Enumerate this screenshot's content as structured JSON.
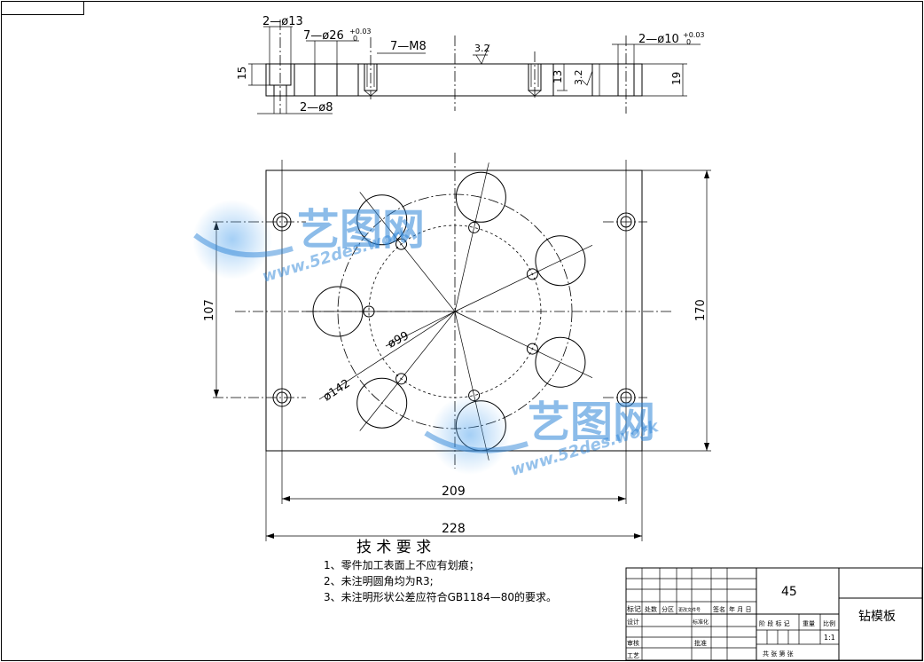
{
  "top_view": {
    "dim_2x13": "2—ø13",
    "dim_7x26": "7—ø26",
    "dim_7x26_tol": "+0.03",
    "dim_7x26_tol_low": "0",
    "dim_7m8": "7—M8",
    "rough_top": "3.2",
    "dim_2x10": "2—ø10",
    "dim_2x10_tol": "+0.03",
    "dim_2x10_tol_low": "0",
    "dim_15": "15",
    "dim_13": "13",
    "rough_side": "3.2",
    "dim_19": "19",
    "dim_2x8": "2—ø8"
  },
  "plan_view": {
    "dim_107": "107",
    "dim_170": "170",
    "dim_99": "ø99",
    "dim_142": "ø142",
    "dim_209": "209",
    "dim_228": "228"
  },
  "notes": {
    "title": "技 术 要 求",
    "items": [
      "1、零件加工表面上不应有划痕；",
      "2、未注明圆角均为R3;",
      "3、未注明形状公差应符合GB1184—80的要求。"
    ]
  },
  "title_block": {
    "material": "45",
    "part_name": "钻模板",
    "scale": "1:1",
    "row_labels": [
      "标记",
      "处数",
      "分区",
      "更改文件号",
      "签名",
      "年 月 日"
    ],
    "design": "设计",
    "standardize": "标准化",
    "review": "审核",
    "process": "工艺",
    "approve": "批准",
    "stage": "阶 段 标 记",
    "weight": "重量",
    "ratio": "比例",
    "sheets": "共    张  第    张"
  },
  "watermark": {
    "brand": "艺图网",
    "url": "www.52des.work"
  }
}
